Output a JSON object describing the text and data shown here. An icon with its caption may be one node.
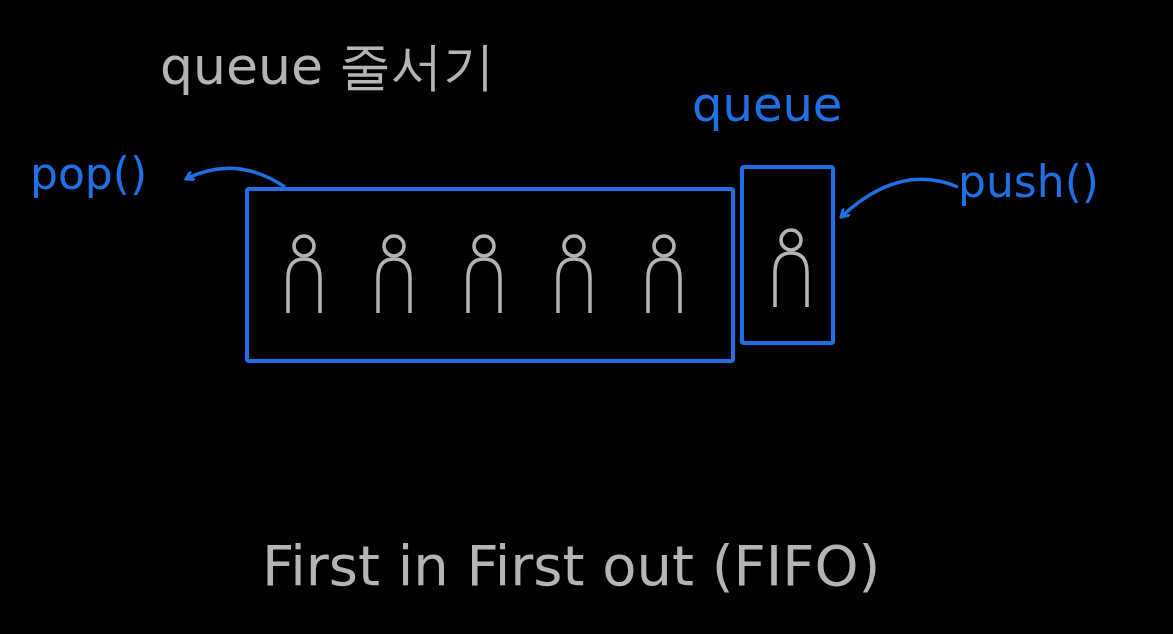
{
  "diagram": {
    "title": "queue 줄서기",
    "caption": "First in First out (FIFO)",
    "nodes": [
      {
        "text": [
          "pop()"
        ]
      },
      {
        "text": [],
        "shape": "box"
      },
      {
        "text": [],
        "shape": "person",
        "in": 1
      },
      {
        "text": [],
        "shape": "person",
        "in": 1
      },
      {
        "text": [],
        "shape": "person",
        "in": 1
      },
      {
        "text": [],
        "shape": "person",
        "in": 1
      },
      {
        "text": [],
        "shape": "person",
        "in": 1
      },
      {
        "text": [],
        "shape": "box"
      },
      {
        "text": [],
        "shape": "person",
        "in": 7
      },
      {
        "text": [
          "push()"
        ]
      }
    ],
    "edges": [
      {
        "from": 1,
        "to": 0,
        "arrow": "to"
      },
      {
        "from": 9,
        "to": 7,
        "arrow": "to"
      }
    ],
    "labels": [
      "queue"
    ]
  }
}
